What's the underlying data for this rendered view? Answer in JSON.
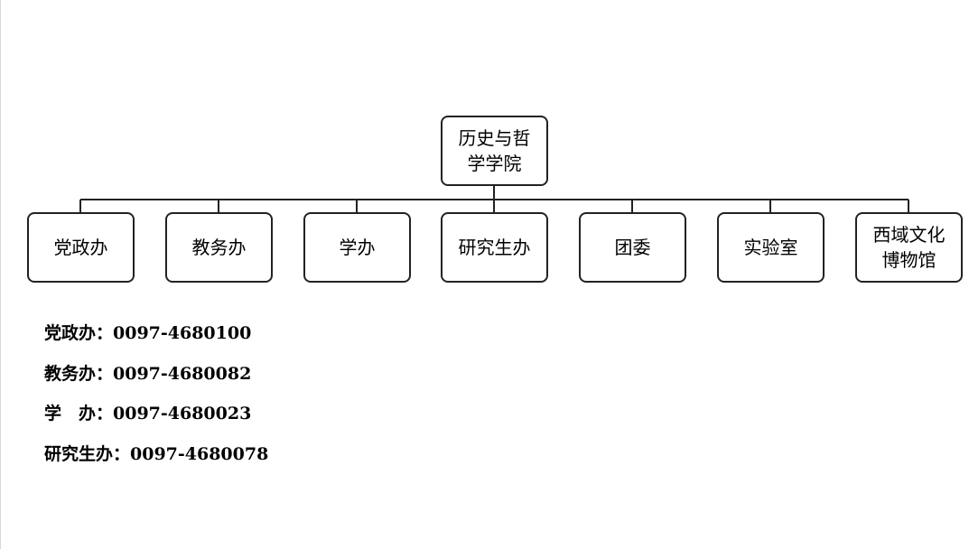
{
  "root": {
    "label": "历史与哲\n学学院"
  },
  "departments": [
    {
      "label": "党政办"
    },
    {
      "label": "教务办"
    },
    {
      "label": "学办"
    },
    {
      "label": "研究生办"
    },
    {
      "label": "团委"
    },
    {
      "label": "实验室"
    },
    {
      "label": "西域文化\n博物馆"
    }
  ],
  "contacts": [
    {
      "text": "党政办：0097-4680100"
    },
    {
      "text": "教务办：0097-4680082"
    },
    {
      "text": "学　办：0097-4680023"
    },
    {
      "text": "研究生办：0097-4680078"
    }
  ]
}
